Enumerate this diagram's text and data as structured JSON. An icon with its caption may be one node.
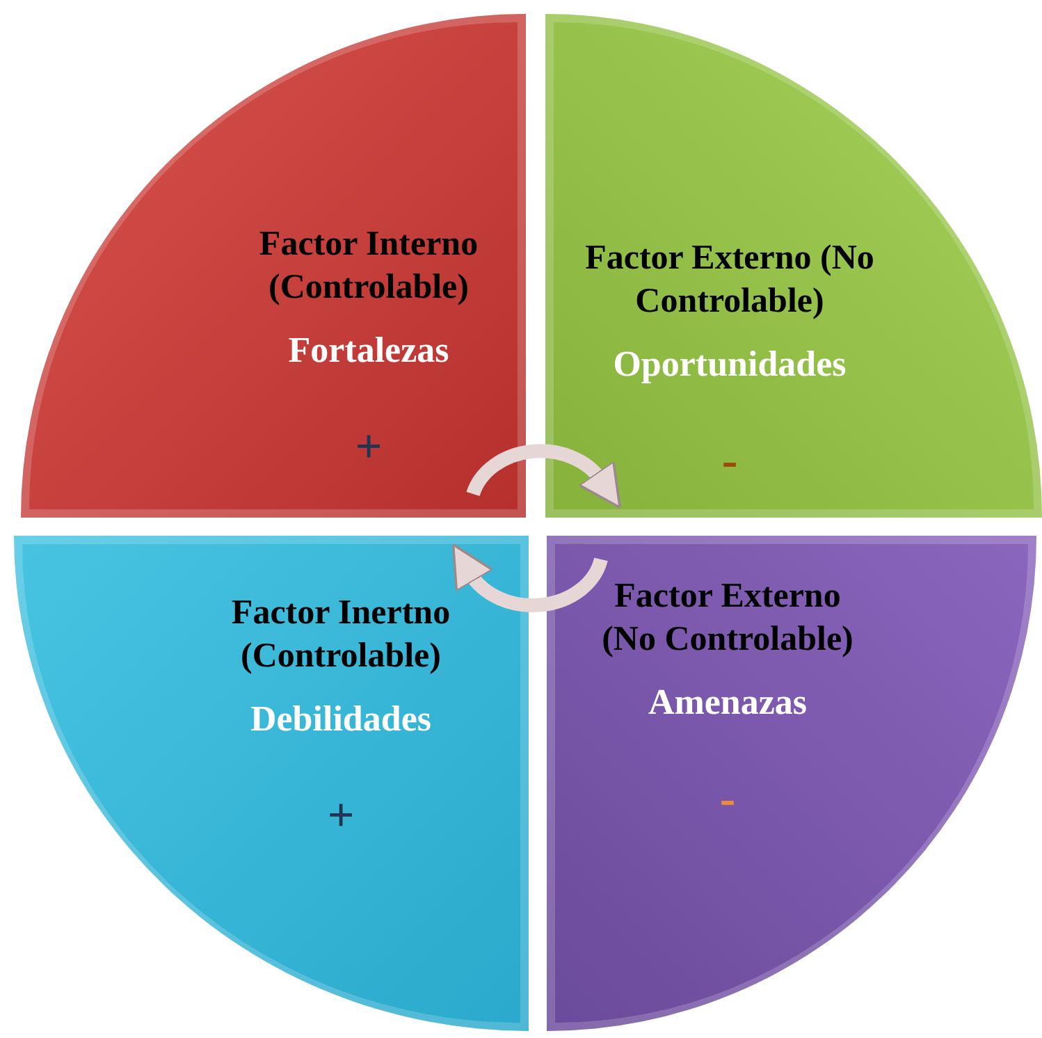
{
  "diagram": {
    "nodes": [
      {
        "text": [
          "Factor Interno (Controlable)",
          "Fortalezas",
          "+"
        ]
      },
      {
        "text": [
          "Factor Externo (No Controlable)",
          "Oportunidades",
          "-"
        ]
      },
      {
        "text": [
          "Factor Inertno (Controlable)",
          "Debilidades",
          "+"
        ]
      },
      {
        "text": [
          "Factor Externo (No Controlable)",
          "Amenazas",
          "-"
        ]
      }
    ],
    "edges": [
      {
        "from": 0,
        "to": 1,
        "arrow": "to"
      },
      {
        "from": 3,
        "to": 2,
        "arrow": "to"
      }
    ]
  }
}
